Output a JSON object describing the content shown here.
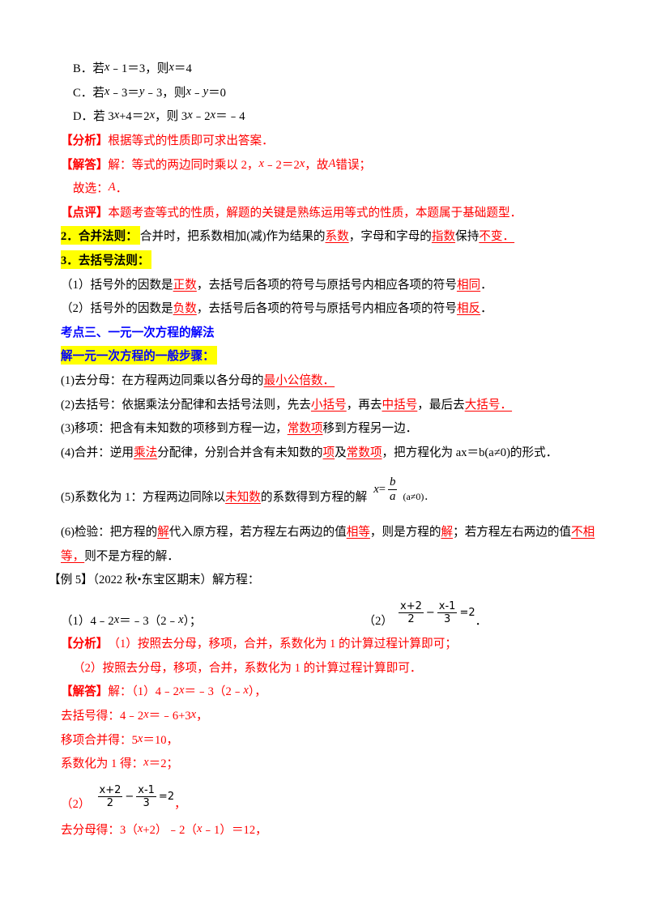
{
  "colors": {
    "red": "#ff0000",
    "blue": "#0000ff",
    "highlight": "#ffff00",
    "text": "#000000"
  },
  "lines": [
    {
      "id": "option-b",
      "color": "black",
      "segs": [
        {
          "t": "B．若 "
        },
        {
          "t": "x",
          "i": 1
        },
        {
          "t": "﹣1＝3，则 "
        },
        {
          "t": "x",
          "i": 1
        },
        {
          "t": "＝4"
        }
      ]
    },
    {
      "id": "option-c",
      "color": "black",
      "segs": [
        {
          "t": "C．若 "
        },
        {
          "t": "x",
          "i": 1
        },
        {
          "t": "﹣3＝"
        },
        {
          "t": "y",
          "i": 1
        },
        {
          "t": "﹣3，则 "
        },
        {
          "t": "x",
          "i": 1
        },
        {
          "t": "﹣"
        },
        {
          "t": "y",
          "i": 1
        },
        {
          "t": "＝0"
        }
      ]
    },
    {
      "id": "option-d",
      "color": "black",
      "segs": [
        {
          "t": "D．若 3"
        },
        {
          "t": "x",
          "i": 1
        },
        {
          "t": "+4＝2"
        },
        {
          "t": "x",
          "i": 1
        },
        {
          "t": "，则 3"
        },
        {
          "t": "x",
          "i": 1
        },
        {
          "t": "﹣2"
        },
        {
          "t": "x",
          "i": 1
        },
        {
          "t": "＝﹣4"
        }
      ]
    },
    {
      "id": "analysis-1",
      "color": "red",
      "segs": [
        {
          "t": "【分析】",
          "b": 1
        },
        {
          "t": "根据等式的性质即可求出答案．"
        }
      ]
    },
    {
      "id": "answer-1",
      "color": "red",
      "segs": [
        {
          "t": "【解答】",
          "b": 1
        },
        {
          "t": "解：等式的两边同时乘以 2，"
        },
        {
          "t": "x",
          "i": 1
        },
        {
          "t": "﹣2＝2"
        },
        {
          "t": "x",
          "i": 1
        },
        {
          "t": "，故 "
        },
        {
          "t": "A",
          "i": 1
        },
        {
          "t": " 错误；"
        }
      ]
    },
    {
      "id": "choice",
      "color": "red",
      "segs": [
        {
          "t": "故选："
        },
        {
          "t": "A",
          "i": 1
        },
        {
          "t": "．"
        }
      ]
    },
    {
      "id": "comment-1",
      "color": "red",
      "segs": [
        {
          "t": "【点评】",
          "b": 1
        },
        {
          "t": "本题考查等式的性质，解题的关键是熟练运用等式的性质，本题属于基础题型．"
        }
      ]
    },
    {
      "id": "rule-combine",
      "color": "black",
      "segs": [
        {
          "t": "2．合并法则：",
          "b": 1,
          "hl": 1
        },
        {
          "t": "合并时，把系数相加(减)作为结果的"
        },
        {
          "t": "系数",
          "u": 1
        },
        {
          "t": "，字母和字母的"
        },
        {
          "t": "指数",
          "u": 1
        },
        {
          "t": "保持"
        },
        {
          "t": "不变．",
          "u": 1
        }
      ]
    },
    {
      "id": "rule-brackets",
      "color": "black",
      "segs": [
        {
          "t": "3．去括号法则：",
          "b": 1,
          "hl": 1
        }
      ]
    },
    {
      "id": "bracket-positive",
      "color": "black",
      "segs": [
        {
          "t": "（1）括号外的因数是"
        },
        {
          "t": "正数",
          "u": 1
        },
        {
          "t": "，去括号后各项的符号与原括号内相应各项的符号"
        },
        {
          "t": "相同",
          "u": 1
        },
        {
          "t": "．"
        }
      ]
    },
    {
      "id": "bracket-negative",
      "color": "black",
      "segs": [
        {
          "t": "（2）括号外的因数是"
        },
        {
          "t": "负数",
          "u": 1
        },
        {
          "t": "，去括号后各项的符号与原括号内相应各项的符号"
        },
        {
          "t": "相反",
          "u": 1
        },
        {
          "t": "．"
        }
      ]
    },
    {
      "id": "section-title",
      "color": "blue",
      "segs": [
        {
          "t": "考点三、一元一次方程的解法",
          "b": 1
        }
      ]
    },
    {
      "id": "steps-heading",
      "color": "blue",
      "segs": [
        {
          "t": "解一元一次方程的一般步骤：",
          "b": 1,
          "hl": 1
        }
      ]
    },
    {
      "id": "step-1",
      "color": "black",
      "segs": [
        {
          "t": "(1)去分母：在方程两边同乘以各分母的"
        },
        {
          "t": "最小公倍数．",
          "u": 1
        }
      ]
    },
    {
      "id": "step-2",
      "color": "black",
      "segs": [
        {
          "t": "(2)去括号：依据乘法分配律和去括号法则，先去"
        },
        {
          "t": "小括号",
          "u": 1
        },
        {
          "t": "，再去"
        },
        {
          "t": "中括号",
          "u": 1
        },
        {
          "t": "，最后去"
        },
        {
          "t": "大括号．",
          "u": 1
        }
      ]
    },
    {
      "id": "step-3",
      "color": "black",
      "segs": [
        {
          "t": "(3)移项：把含有未知数的项移到方程一边，"
        },
        {
          "t": "常数项",
          "u": 1
        },
        {
          "t": "移到方程另一边．"
        }
      ]
    },
    {
      "id": "step-4",
      "color": "black",
      "segs": [
        {
          "t": "(4)合并：逆用"
        },
        {
          "t": "乘法",
          "u": 1
        },
        {
          "t": "分配律，分别合并含有未知数的"
        },
        {
          "t": "项",
          "u": 1
        },
        {
          "t": "及"
        },
        {
          "t": "常数项",
          "u": 1
        },
        {
          "t": "，把方程化为 ax＝b(a≠0)的形式．"
        }
      ]
    },
    {
      "id": "step-5",
      "color": "black",
      "segs": [
        {
          "t": "(5)系数化为 1：方程两边同除以"
        },
        {
          "t": "未知数",
          "u": 1
        },
        {
          "t": "的系数得到方程的解"
        },
        {
          "t": "x",
          "i": 1,
          "eq": 1
        },
        {
          "t": " = ",
          "eq": 1
        },
        {
          "num": "b",
          "den": "a",
          "i": 1,
          "eq": 1
        },
        {
          "t": "(a≠0)．",
          "sm": 1
        }
      ]
    },
    {
      "id": "step-6a",
      "color": "black",
      "segs": [
        {
          "t": "(6)检验：把方程的"
        },
        {
          "t": "解",
          "u": 1
        },
        {
          "t": "代入原方程，若方程左右两边的值"
        },
        {
          "t": "相等",
          "u": 1
        },
        {
          "t": "，则是方程的"
        },
        {
          "t": "解",
          "u": 1
        },
        {
          "t": "；若方程左右两边的值"
        },
        {
          "t": "不相",
          "u": 1
        }
      ]
    },
    {
      "id": "step-6b",
      "color": "black",
      "segs": [
        {
          "t": "等，",
          "u": 1
        },
        {
          "t": "则不是方程的解．"
        }
      ]
    },
    {
      "id": "example-title",
      "color": "black",
      "segs": [
        {
          "t": "【例 5】（2022 秋•东宝区期末）解方程："
        }
      ]
    },
    {
      "id": "example-eqs",
      "color": "black",
      "segs": [
        {
          "t": "（1）4﹣2"
        },
        {
          "t": "x",
          "i": 1
        },
        {
          "t": "＝﹣3（2﹣"
        },
        {
          "t": "x",
          "i": 1
        },
        {
          "t": "）；"
        },
        {
          "t": "（2）",
          "col2": 1
        },
        {
          "num": "x+2",
          "den": "2",
          "m": 1,
          "eq": 1
        },
        {
          "t": "−",
          "m": 1,
          "eq": 1
        },
        {
          "num": "x-1",
          "den": "3",
          "m": 1,
          "eq": 1
        },
        {
          "t": "=2",
          "m": 1,
          "eq": 1
        },
        {
          "t": "．"
        }
      ]
    },
    {
      "id": "analysis-2",
      "color": "red",
      "segs": [
        {
          "t": "【分析】",
          "b": 1
        },
        {
          "t": "（1）按照去分母，移项，合并，系数化为 1 的计算过程计算即可；"
        }
      ]
    },
    {
      "id": "analysis-2b",
      "color": "red",
      "segs": [
        {
          "t": "（2）按照去分母，移项，合并，系数化为 1 的计算过程计算即可．"
        }
      ]
    },
    {
      "id": "answer-2",
      "color": "red",
      "segs": [
        {
          "t": "【解答】",
          "b": 1
        },
        {
          "t": "解：（1）4﹣2"
        },
        {
          "t": "x",
          "i": 1
        },
        {
          "t": "＝﹣3（2﹣"
        },
        {
          "t": "x",
          "i": 1
        },
        {
          "t": "），"
        }
      ]
    },
    {
      "id": "sol-1a",
      "color": "red",
      "segs": [
        {
          "t": "去括号得：4﹣2"
        },
        {
          "t": "x",
          "i": 1
        },
        {
          "t": "＝﹣6+3"
        },
        {
          "t": "x",
          "i": 1
        },
        {
          "t": "，"
        }
      ]
    },
    {
      "id": "sol-1b",
      "color": "red",
      "segs": [
        {
          "t": "移项合并得：5"
        },
        {
          "t": "x",
          "i": 1
        },
        {
          "t": "＝10，"
        }
      ]
    },
    {
      "id": "sol-1c",
      "color": "red",
      "segs": [
        {
          "t": "系数化为 1 得："
        },
        {
          "t": "x",
          "i": 1
        },
        {
          "t": "＝2；"
        }
      ]
    },
    {
      "id": "sol-2",
      "color": "red",
      "segs": [
        {
          "t": "（2）"
        },
        {
          "num": "x+2",
          "den": "2",
          "m": 1,
          "eq": 1
        },
        {
          "t": "−",
          "m": 1,
          "eq": 1
        },
        {
          "num": "x-1",
          "den": "3",
          "m": 1,
          "eq": 1
        },
        {
          "t": "=2",
          "m": 1,
          "eq": 1
        },
        {
          "t": "，"
        }
      ]
    },
    {
      "id": "sol-2a",
      "color": "red",
      "segs": [
        {
          "t": "去分母得：3（"
        },
        {
          "t": "x",
          "i": 1
        },
        {
          "t": "+2）﹣2（"
        },
        {
          "t": "x",
          "i": 1
        },
        {
          "t": "﹣1）＝12，"
        }
      ]
    }
  ]
}
